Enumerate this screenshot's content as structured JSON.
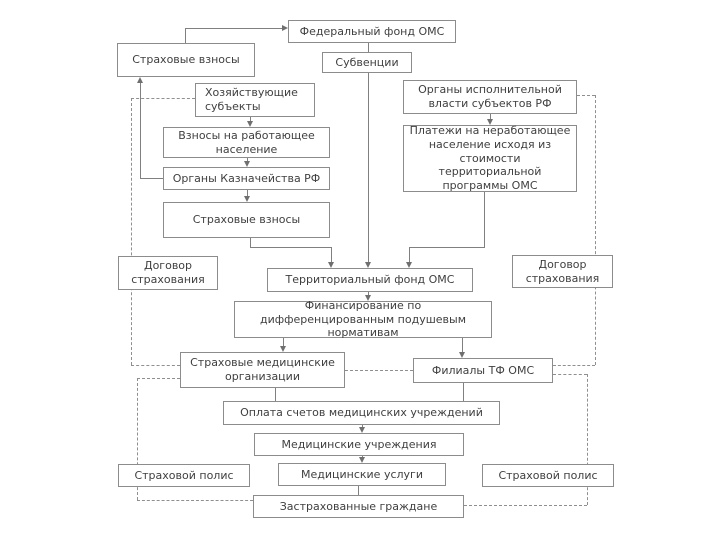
{
  "diagram": {
    "type": "flowchart",
    "language": "ru",
    "colors": {
      "background": "#ffffff",
      "box_border": "#8c8c8c",
      "line": "#808080",
      "text": "#3f3f3f"
    },
    "nodes": {
      "federal_fund": {
        "label": "Федеральный фонд ОМС"
      },
      "contributions_top": {
        "label": "Страховые взносы"
      },
      "subventions": {
        "label": "Субвенции"
      },
      "business_entities": {
        "label": "Хозяйствующие субъекты"
      },
      "working_contrib": {
        "label": "Взносы на работающее население"
      },
      "treasury": {
        "label": "Органы Казначейства РФ"
      },
      "contributions_2": {
        "label": "Страховые взносы"
      },
      "executive_auth": {
        "label": "Органы исполнительной власти субъектов РФ"
      },
      "nonworking_payments": {
        "label": "Платежи на неработающее население исходя из стоимости территориальной программы ОМС"
      },
      "contract_left": {
        "label": "Договор страхования"
      },
      "contract_right": {
        "label": "Договор страхования"
      },
      "territorial_fund": {
        "label": "Территориальный фонд ОМС"
      },
      "financing": {
        "label": "Финансирование по дифференцированным подушевым нормативам"
      },
      "insurance_med_orgs": {
        "label": "Страховые медицинские организации"
      },
      "tf_branches": {
        "label": "Филиалы ТФ ОМС"
      },
      "bill_payment": {
        "label": "Оплата счетов медицинских учреждений"
      },
      "medical_institutions": {
        "label": "Медицинские учреждения"
      },
      "policy_left": {
        "label": "Страховой полис"
      },
      "medical_services": {
        "label": "Медицинские услуги"
      },
      "policy_right": {
        "label": "Страховой полис"
      },
      "insured_citizens": {
        "label": "Застрахованные граждане"
      }
    }
  }
}
